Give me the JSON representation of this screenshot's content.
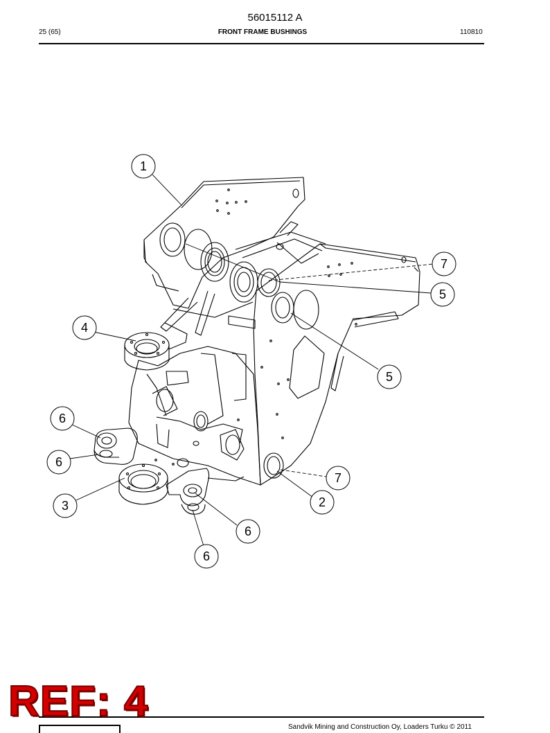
{
  "header": {
    "doc_number": "56015112 A",
    "page_count": "25 (65)",
    "title": "FRONT FRAME BUSHINGS",
    "date_code": "110810"
  },
  "callouts": [
    {
      "id": "c1",
      "label": "1"
    },
    {
      "id": "c7a",
      "label": "7"
    },
    {
      "id": "c5a",
      "label": "5"
    },
    {
      "id": "c4",
      "label": "4"
    },
    {
      "id": "c5b",
      "label": "5"
    },
    {
      "id": "c6a",
      "label": "6"
    },
    {
      "id": "c6b",
      "label": "6"
    },
    {
      "id": "c7b",
      "label": "7"
    },
    {
      "id": "c3",
      "label": "3"
    },
    {
      "id": "c2",
      "label": "2"
    },
    {
      "id": "c6c",
      "label": "6"
    },
    {
      "id": "c6d",
      "label": "6"
    }
  ],
  "footer": {
    "copyright": "Sandvik Mining and Construction Oy, Loaders Turku © 2011"
  },
  "stamp": {
    "ref_text": "REF: 4",
    "color": "#d40000"
  }
}
